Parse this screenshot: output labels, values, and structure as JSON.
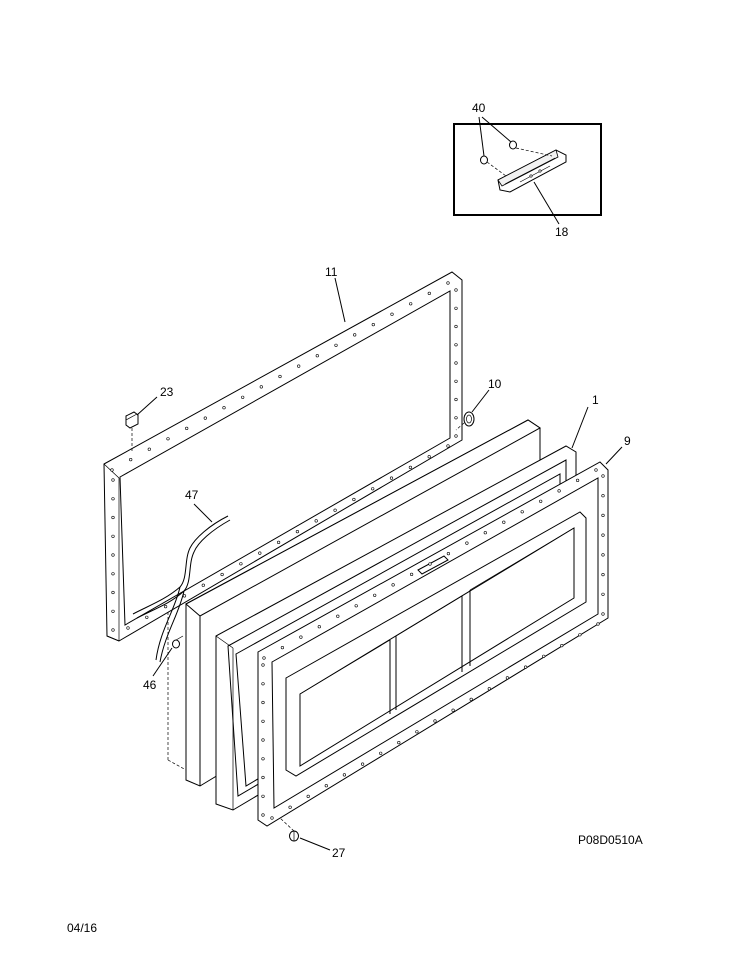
{
  "labels": {
    "l40": "40",
    "l18": "18",
    "l11": "11",
    "l23": "23",
    "l10": "10",
    "l1": "1",
    "l9": "9",
    "l47": "47",
    "l46": "46",
    "l27": "27"
  },
  "diagram_code": "P08D0510A",
  "date_code": "04/16"
}
